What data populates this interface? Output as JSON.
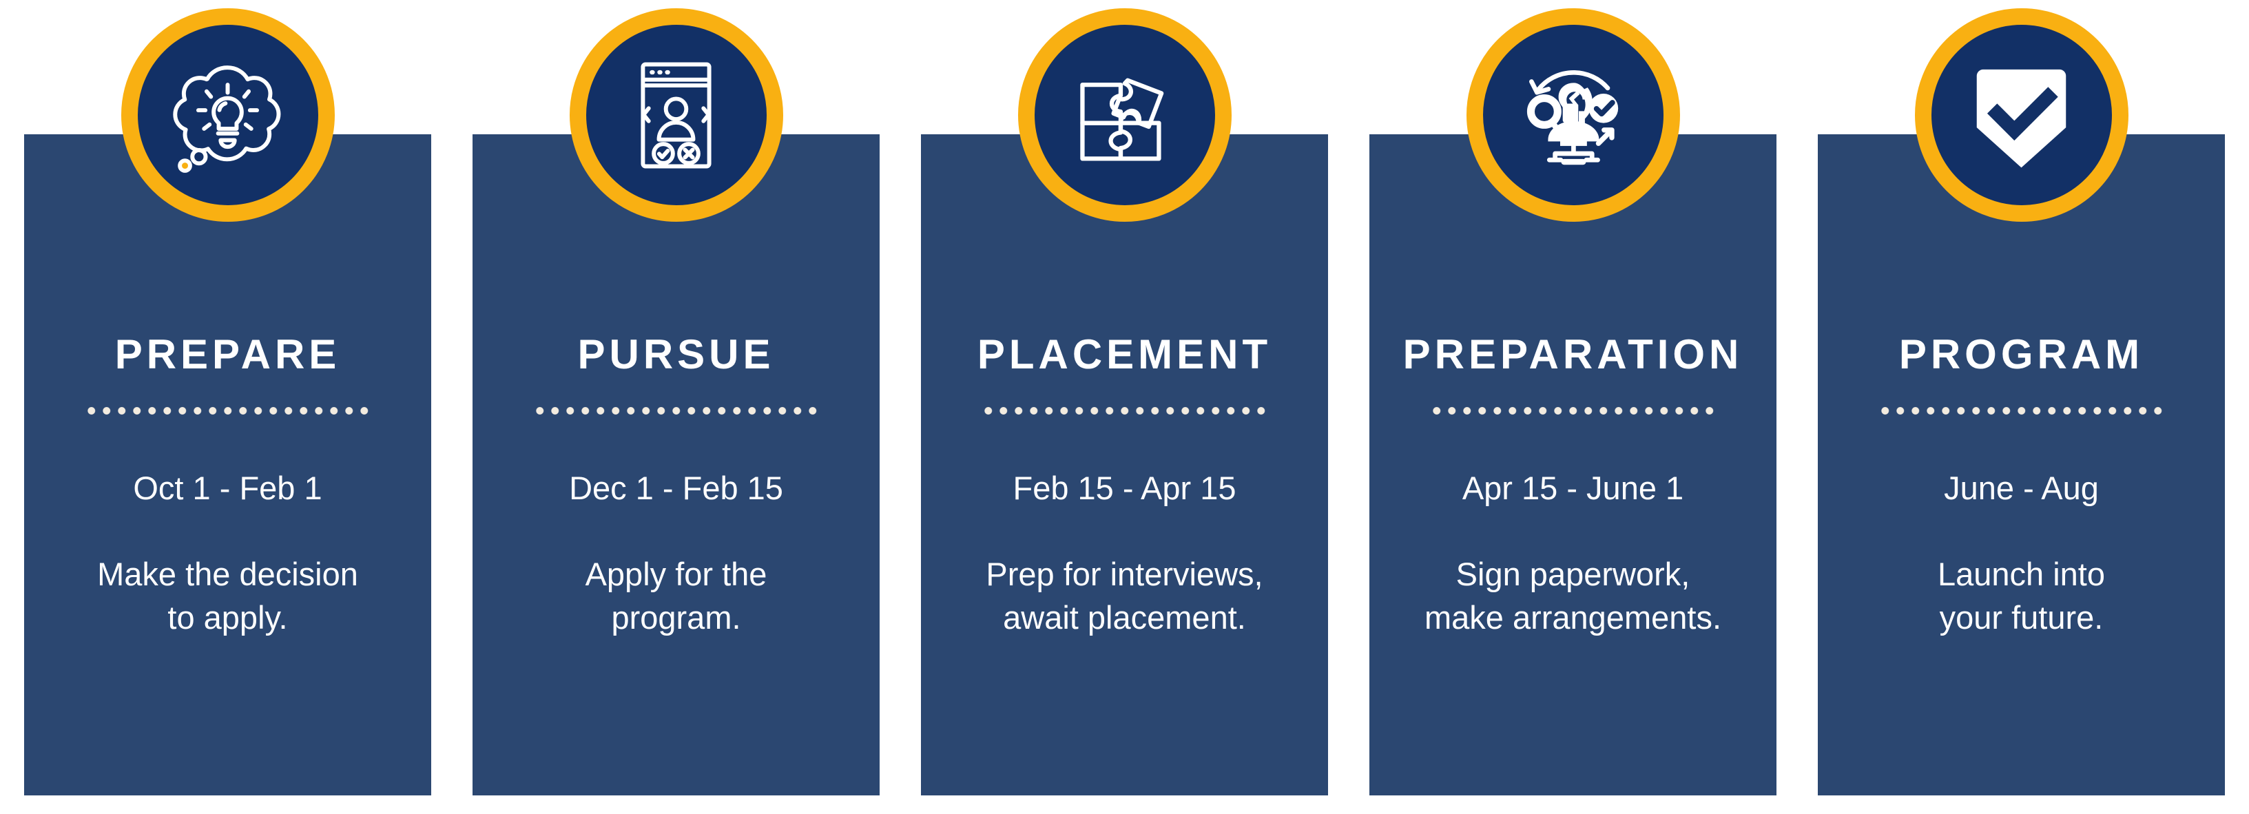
{
  "theme": {
    "page_background": "#ffffff",
    "card_background": "#2b4771",
    "badge_fill": "#123066",
    "badge_ring": "#f9b012",
    "text_color": "#ffffff",
    "divider_color": "#f3ece0"
  },
  "steps": [
    {
      "title": "PREPARE",
      "dates": "Oct 1 - Feb 1",
      "description_lines": [
        "Make the decision",
        "to apply."
      ],
      "icon": "thought-bubble-lightbulb-icon"
    },
    {
      "title": "PURSUE",
      "dates": "Dec 1 - Feb 15",
      "description_lines": [
        "Apply for the",
        "program."
      ],
      "icon": "application-window-profile-icon"
    },
    {
      "title": "PLACEMENT",
      "dates": "Feb 15 - Apr 15",
      "description_lines": [
        "Prep for interviews,",
        "await placement."
      ],
      "icon": "puzzle-pieces-icon"
    },
    {
      "title": "PREPARATION",
      "dates": "Apr 15 - June 1",
      "description_lines": [
        "Sign paperwork,",
        "make arrangements."
      ],
      "icon": "process-planning-head-icon"
    },
    {
      "title": "PROGRAM",
      "dates": "June - Aug",
      "description_lines": [
        "Launch into",
        "your future."
      ],
      "icon": "shield-check-icon"
    }
  ]
}
